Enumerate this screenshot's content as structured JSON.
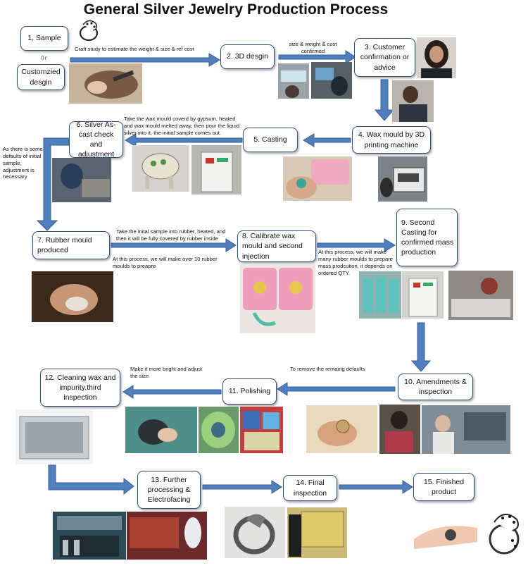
{
  "title": "General Silver Jewelry Production Process",
  "or_label": "Or",
  "steps": {
    "s1": "1. Sample",
    "custom": "Customzied desgin",
    "s2": "2. 3D desgin",
    "s3": "3. Customer confirmation or advice",
    "s4": "4. Wax mould by 3D printing machine",
    "s5": "5. Casting",
    "s6": "6. Silver As-cast check and adjustment",
    "s7": "7. Rubber mould produced",
    "s8": "8. Calibrate wax mould and second injection",
    "s9": "9. Second Casting for confirmed mass production",
    "s10": "10. Amendments & inspection",
    "s11": "11. Polishing",
    "s12": "12. Cleaning wax and impurity,third inspection",
    "s13": "13. Further processing & Electrofacing",
    "s14": "14. Final inspection",
    "s15": "15. Finished product"
  },
  "notes": {
    "n1": "Craft study to estimate the weight & size & ref cost",
    "n2": "size & weight & cost confirmed",
    "n3": "Take the wax mould coverd by gypsum, heated and wax mould melted away, then pour the liquid silver into it, the initial sample comes out.",
    "n4": "As there is some defaults of initial sample, adjustment is necessary",
    "n5": "Take the inital sample into rubber, heated, and then it will be fully covered by rubber inside",
    "n6": "At this process, we will make over 10 rubber moulds to preapre",
    "n7": "At this process, we will make many rubber moulds to prepare mass prodcution, it depends on ordered QTY.",
    "n8": "To remove the remaing defaults",
    "n9": "Make it more bright and adjust the size"
  },
  "colors": {
    "box_border": "#2f4f79",
    "arrow_fill": "#4f7fbf",
    "arrow_stroke": "#375f94"
  }
}
